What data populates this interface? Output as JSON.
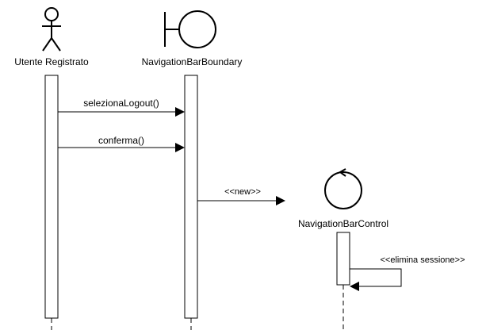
{
  "diagram": {
    "type": "uml-sequence",
    "participants": [
      {
        "id": "utente",
        "kind": "actor",
        "label": "Utente Registrato"
      },
      {
        "id": "boundary",
        "kind": "boundary",
        "label": "NavigationBarBoundary"
      },
      {
        "id": "control",
        "kind": "control",
        "label": "NavigationBarControl"
      }
    ],
    "messages": [
      {
        "from": "utente",
        "to": "boundary",
        "label": "selezionaLogout()",
        "kind": "sync"
      },
      {
        "from": "utente",
        "to": "boundary",
        "label": "conferma()",
        "kind": "sync"
      },
      {
        "from": "boundary",
        "to": "control",
        "label": "<<new>>",
        "kind": "create"
      },
      {
        "from": "control",
        "to": "control",
        "label": "<<elimina sessione>>",
        "kind": "self"
      }
    ]
  },
  "colors": {
    "stroke": "#000000",
    "fill": "#ffffff"
  }
}
